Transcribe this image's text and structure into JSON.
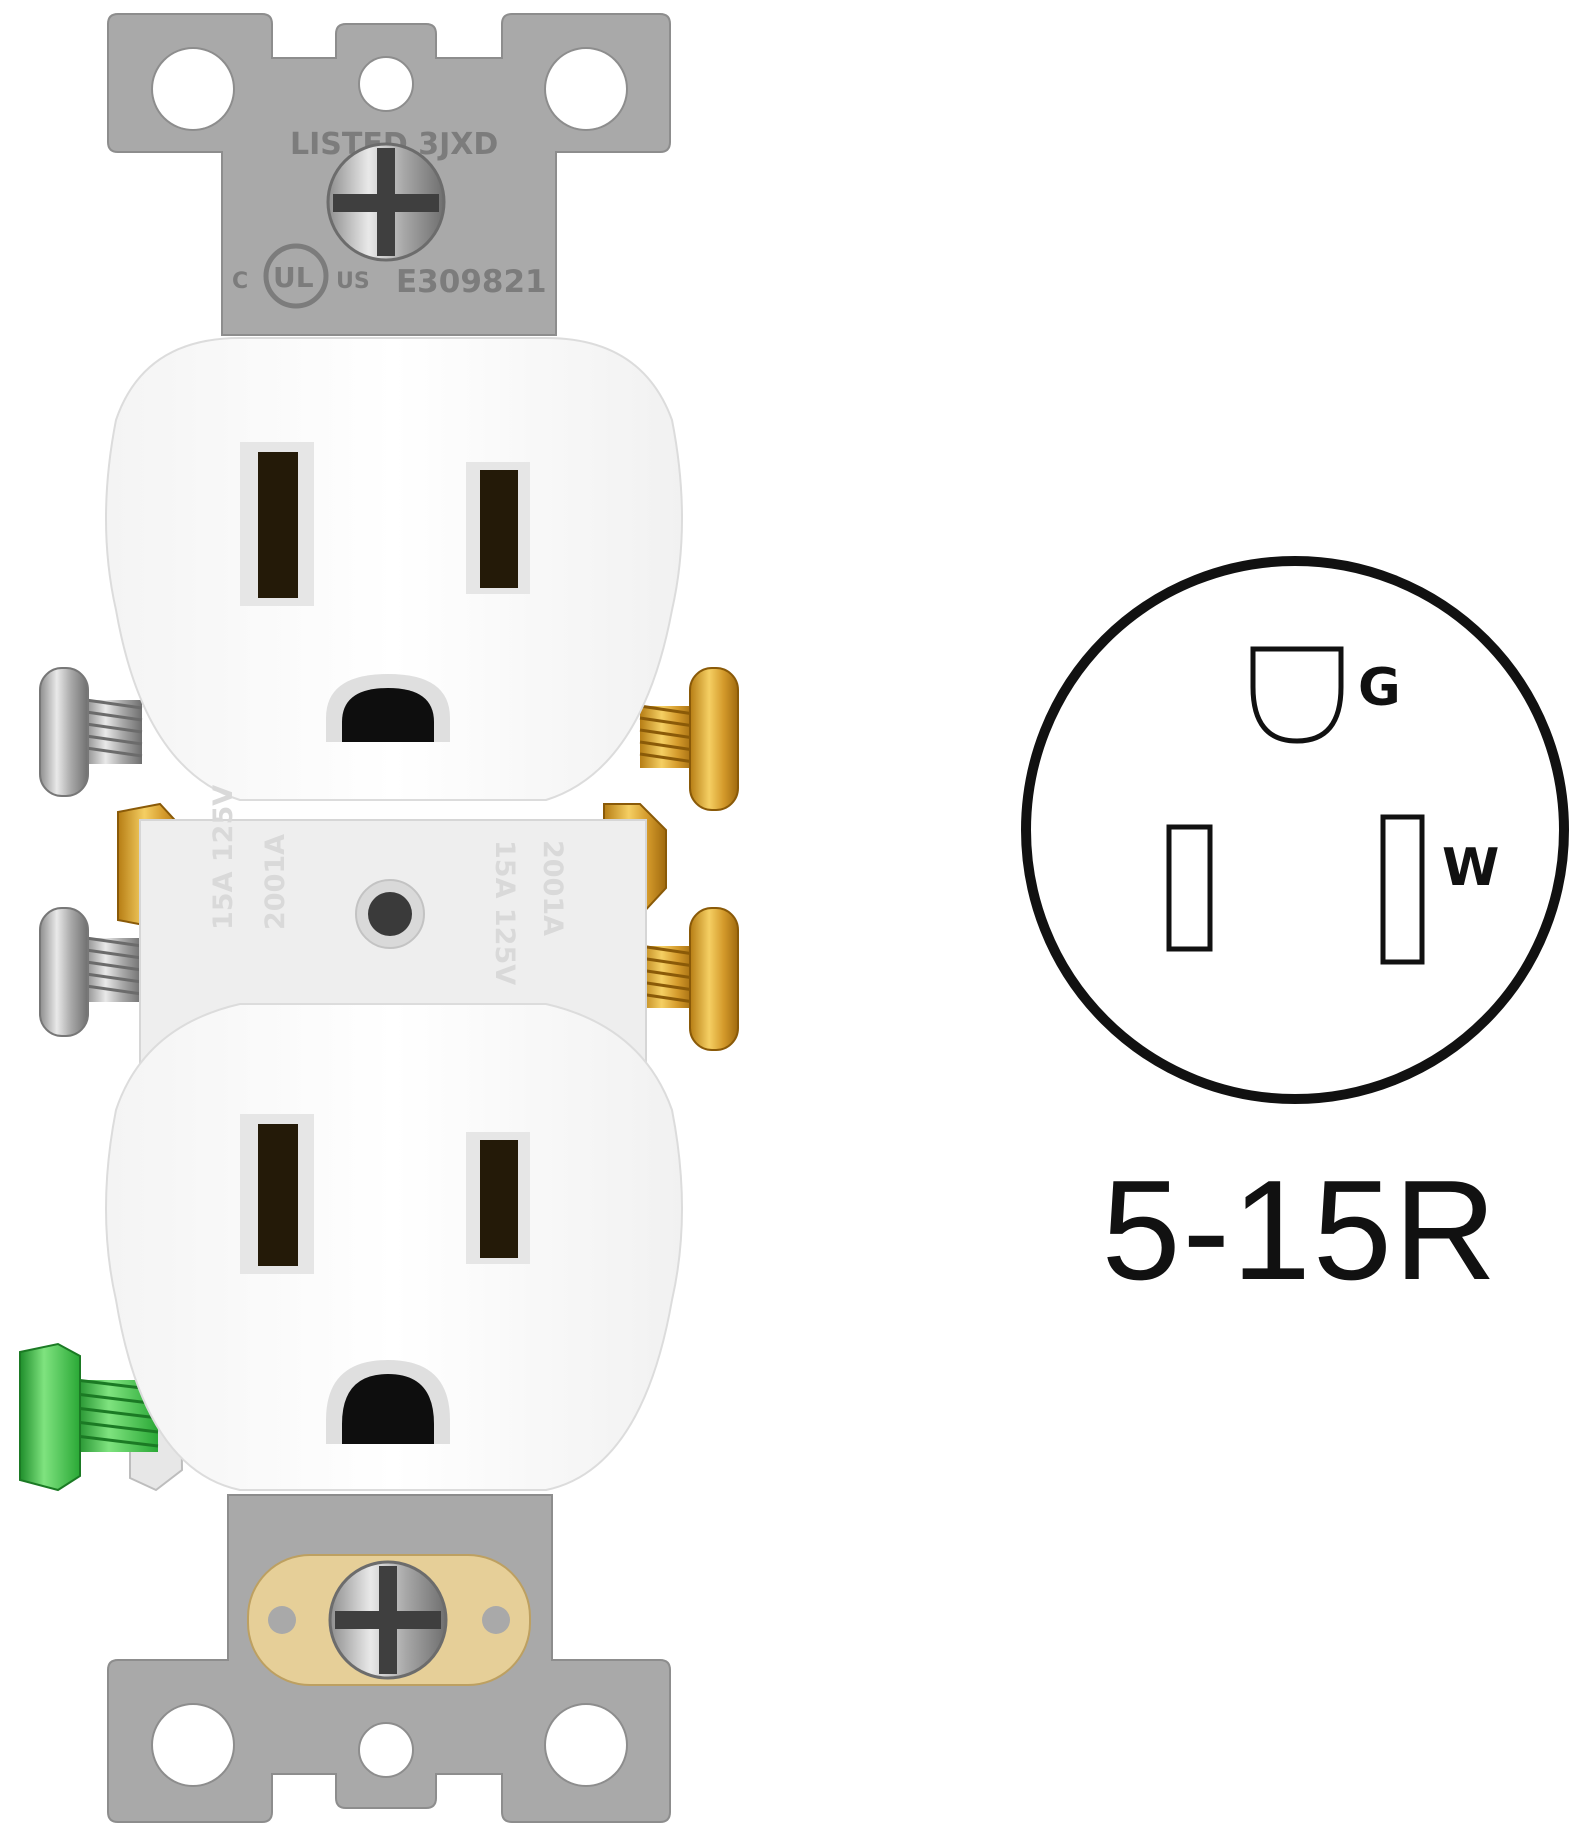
{
  "product": {
    "embossed_listing": "LISTED 3JXD",
    "cert_c": "C",
    "cert_ul": "UL",
    "cert_us": "US",
    "file_number": "E309821",
    "rating_line1": "15A 125V",
    "rating_line2": "2001A",
    "colors": {
      "strap": "#a9a9a9",
      "face": "#ffffff",
      "brass": "#d9a63a",
      "ground_screw": "#3dbb47",
      "silver_screw": "#b9b9b9"
    }
  },
  "diagram": {
    "ground_label": "G",
    "neutral_label": "W",
    "model_label": "5-15R"
  }
}
